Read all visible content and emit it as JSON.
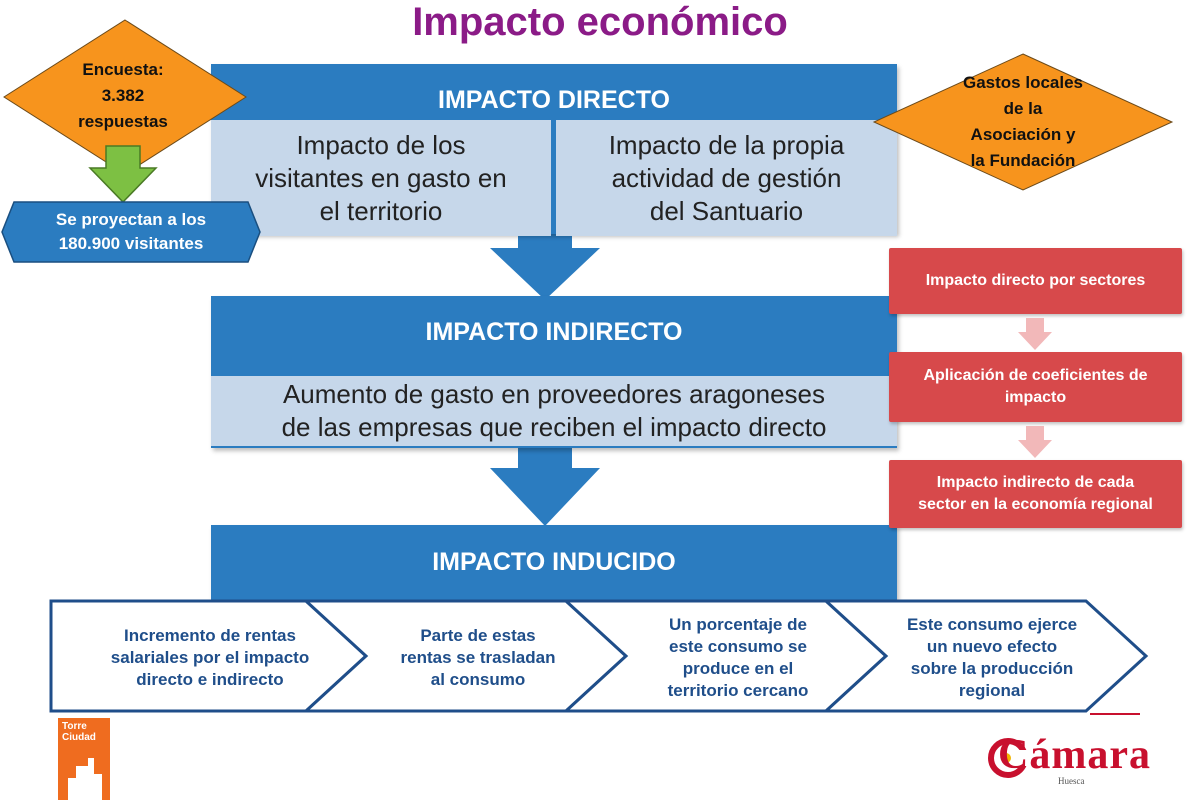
{
  "title": "Impacto económico",
  "survey": {
    "label": "Encuesta:\n3.382\nrespuestas"
  },
  "projection": {
    "label": "Se proyectan a los\n180.900 visitantes"
  },
  "local_spend": {
    "label": "Gastos locales\nde la\nAsociación y\nla Fundación"
  },
  "direct": {
    "heading": "IMPACTO DIRECTO",
    "left": "Impacto de los\nvisitantes en gasto en\nel territorio",
    "right": "Impacto de la propia\nactividad de gestión\ndel Santuario"
  },
  "indirect": {
    "heading": "IMPACTO INDIRECTO",
    "body": "Aumento de gasto en proveedores aragoneses\nde las empresas que reciben el impacto directo"
  },
  "induced": {
    "heading": "IMPACTO INDUCIDO"
  },
  "process_steps": [
    "Impacto directo por sectores",
    "Aplicación de coeficientes de\nimpacto",
    "Impacto indirecto de cada\nsector en la economía regional"
  ],
  "chain": [
    "Incremento de rentas\nsalariales por el impacto\ndirecto e indirecto",
    "Parte de estas\nrentas se trasladan\nal consumo",
    "Un porcentaje de\neste consumo se\nproduce en el\nterritorio cercano",
    "Este consumo ejerce\nun nuevo efecto\nsobre la producción\nregional"
  ],
  "logos": {
    "torre_ciudad": "Torre\nCiudad",
    "camara": "Cámara",
    "camara_sub": "Huesca"
  },
  "colors": {
    "title": "#8b1b87",
    "band_blue": "#2b7cc0",
    "sub_blue": "#c6d7ea",
    "diamond_orange": "#f7941d",
    "hex_blue": "#2b7cc0",
    "arrow_green": "#7dc043",
    "red_box": "#d7494b",
    "pink_arrow": "#f2b8b9",
    "chevron_border": "#1f4e8a",
    "torre_orange": "#ef6c1f",
    "camara_red": "#c8102e"
  }
}
